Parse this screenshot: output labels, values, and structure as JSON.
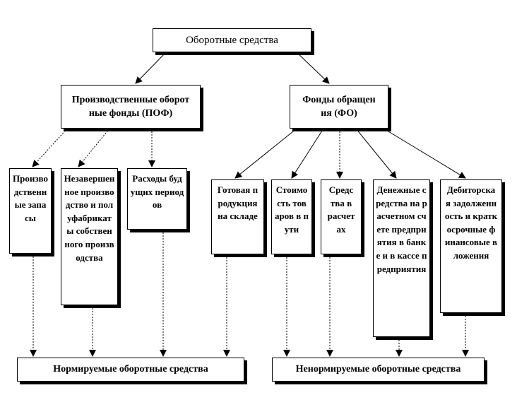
{
  "diagram": {
    "root": "Оборотные средства",
    "poф": "Производственные оборотные фонды (ПОФ)",
    "fo": "Фонды обращения (ФО)",
    "leaves_pof": [
      "Производственные запасы",
      "Незавершенное производство и полуфабрикаты собственного производства",
      "Расходы будущих периодов"
    ],
    "leaves_fo": [
      "Готовая продукция на складе",
      "Стоимость товаров в пути",
      "Средства в расчетах",
      "Денежные средства на расчетном счете предприятия в банке и в кассе предприятия",
      "Дебиторская задолженность и краткосрочные финансовые вложения"
    ],
    "normed": "Нормируемые оборотные средства",
    "unnormed": "Ненормируемые оборотные средства"
  },
  "style": {
    "line_color": "#000000",
    "background": "#ffffff"
  }
}
